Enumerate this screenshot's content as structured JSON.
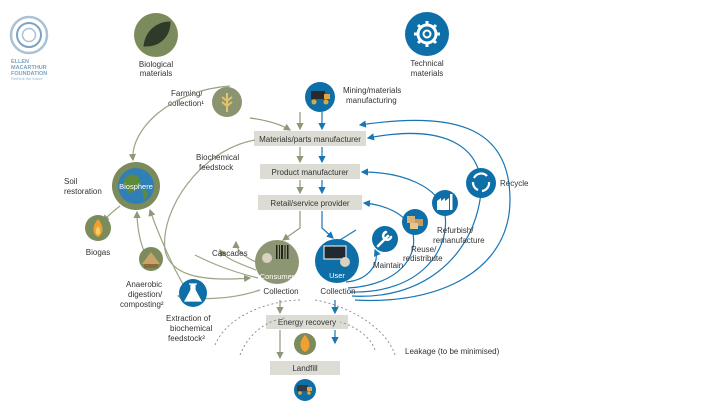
{
  "logo": {
    "line1": "ELLEN",
    "line2": "MACARTHUR",
    "line3": "FOUNDATION",
    "line4": "Rethink the future"
  },
  "biological": {
    "title_line1": "Biological",
    "title_line2": "materials"
  },
  "technical": {
    "title_line1": "Technical",
    "title_line2": "materials"
  },
  "farming": {
    "line1": "Farming/",
    "line2": "collection¹"
  },
  "mining": {
    "line1": "Mining/materials",
    "line2": "manufacturing"
  },
  "stages": {
    "parts": "Materials/parts manufacturer",
    "product": "Product manufacturer",
    "retail": "Retail/service provider",
    "energy": "Energy recovery",
    "landfill": "Landfill"
  },
  "biochemical_feedstock": {
    "line1": "Biochemical",
    "line2": "feedstock"
  },
  "soil": {
    "line1": "Soil",
    "line2": "restoration"
  },
  "biosphere": "Biosphere",
  "biogas": "Biogas",
  "anaerobic": {
    "line1": "Anaerobic",
    "line2": "digestion/",
    "line3": "composting²"
  },
  "extraction": {
    "line1": "Extraction of",
    "line2": "biochemical",
    "line3": "feedstock²"
  },
  "cascades": "Cascades",
  "consumer": "Consumer",
  "user": "User",
  "collection_left": "Collection",
  "collection_right": "Collection",
  "maintain": "Maintain",
  "reuse": {
    "line1": "Reuse/",
    "line2": "redistribute"
  },
  "refurbish": {
    "line1": "Refurbish/",
    "line2": "remanufacture"
  },
  "recycle": "Recycle",
  "leakage": "Leakage (to be minimised)",
  "colors": {
    "green": "#7b8b5b",
    "blue": "#0e6fa8",
    "box": "#dcdcd4",
    "bio_line": "#9aa585",
    "tech_line": "#1976b5"
  }
}
